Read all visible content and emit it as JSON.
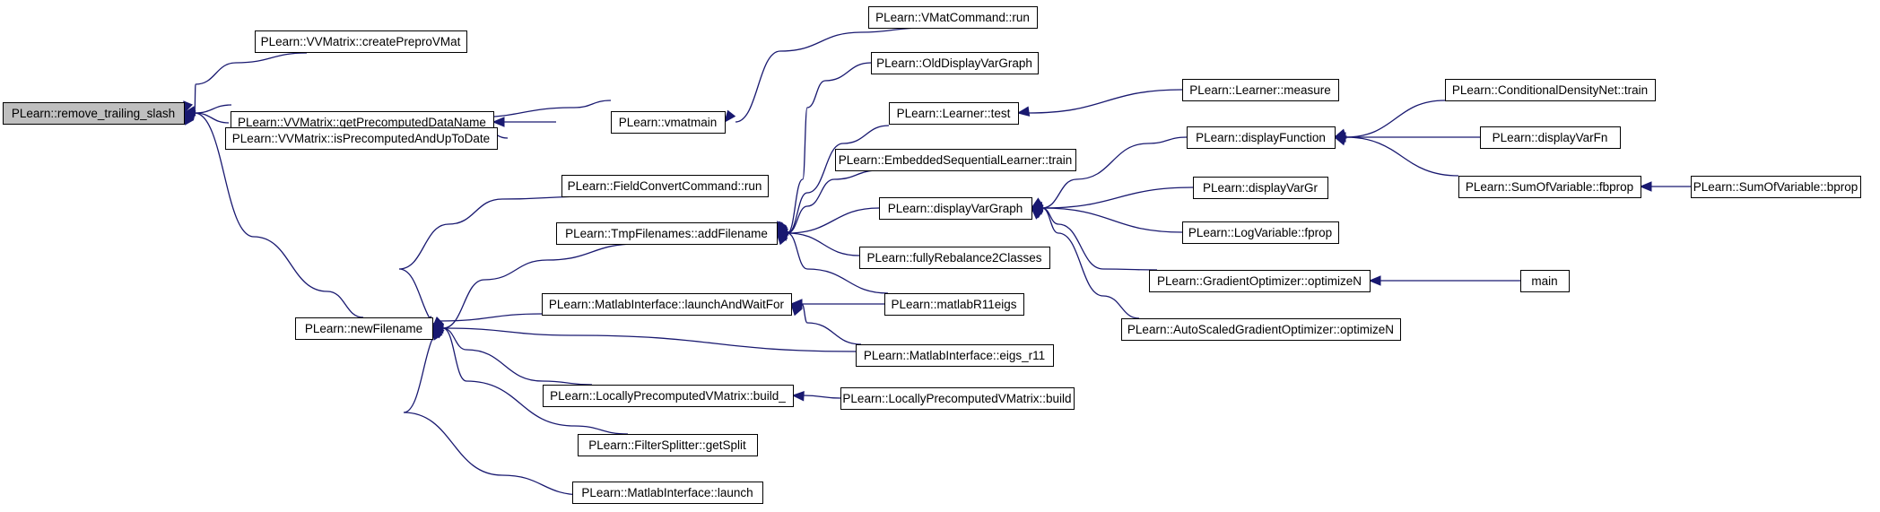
{
  "colors": {
    "edge": "#191970",
    "node_border": "#000000",
    "node_fill": "#ffffff",
    "root_fill": "#bfbfbf",
    "text": "#000000"
  },
  "nodes": {
    "root": "PLearn::remove_trailing_slash",
    "createPreproVMat": "PLearn::VVMatrix::createPreproVMat",
    "getPrecomputedDataName": "PLearn::VVMatrix::getPrecomputedDataName",
    "isPrecomputedAndUpToDate": "PLearn::VVMatrix::isPrecomputedAndUpToDate",
    "newFilename": "PLearn::newFilename",
    "vmatmain": "PLearn::vmatmain",
    "VMatCommand_run": "PLearn::VMatCommand::run",
    "FieldConvertCommand_run": "PLearn::FieldConvertCommand::run",
    "addFilename": "PLearn::TmpFilenames::addFilename",
    "launchAndWaitFor": "PLearn::MatlabInterface::launchAndWaitFor",
    "build_": "PLearn::LocallyPrecomputedVMatrix::build_",
    "getSplit": "PLearn::FilterSplitter::getSplit",
    "launch": "PLearn::MatlabInterface::launch",
    "OldDisplayVarGraph": "PLearn::OldDisplayVarGraph",
    "Learner_test": "PLearn::Learner::test",
    "EmbeddedSequentialLearner_train": "PLearn::EmbeddedSequentialLearner::train",
    "displayVarGraph": "PLearn::displayVarGraph",
    "fullyRebalance2Classes": "PLearn::fullyRebalance2Classes",
    "matlabR11eigs": "PLearn::matlabR11eigs",
    "eigs_r11": "PLearn::MatlabInterface::eigs_r11",
    "build": "PLearn::LocallyPrecomputedVMatrix::build",
    "Learner_measure": "PLearn::Learner::measure",
    "displayFunction": "PLearn::displayFunction",
    "displayVarGr": "PLearn::displayVarGr",
    "LogVariable_fprop": "PLearn::LogVariable::fprop",
    "optimizeN": "PLearn::GradientOptimizer::optimizeN",
    "AutoScaled_optimizeN": "PLearn::AutoScaledGradientOptimizer::optimizeN",
    "ConditionalDensityNet_train": "PLearn::ConditionalDensityNet::train",
    "displayVarFn": "PLearn::displayVarFn",
    "SumOfVariable_fbprop": "PLearn::SumOfVariable::fbprop",
    "main": "main",
    "SumOfVariable_bprop": "PLearn::SumOfVariable::bprop"
  }
}
